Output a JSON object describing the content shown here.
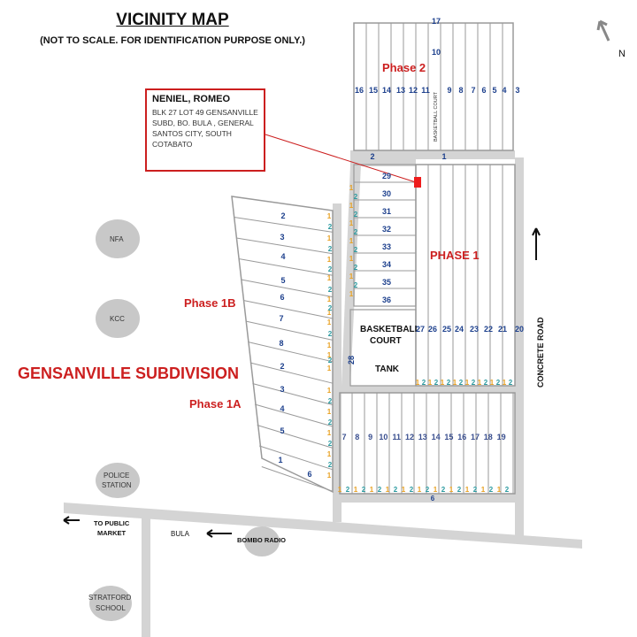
{
  "header": {
    "title": "VICINITY MAP",
    "subtitle": "(NOT TO SCALE. FOR IDENTIFICATION PURPOSE ONLY.)"
  },
  "compass": {
    "label": "N"
  },
  "owner_box": {
    "name": "NENIEL, ROMEO",
    "address": "BLK 27 LOT 49 GENSANVILLE SUBD, BO. BULA , GENERAL SANTOS CITY, SOUTH COTABATO"
  },
  "labels": {
    "phase2": "Phase 2",
    "phase1": "PHASE 1",
    "phase1b": "Phase 1B",
    "phase1a": "Phase 1A",
    "subdivision": "GENSANVILLE SUBDIVISION",
    "basketball_court_p2": "BASKETBALL COURT",
    "basketball_court_p1_line1": "BASKETBALL",
    "basketball_court_p1_line2": "COURT",
    "tank": "TANK",
    "concrete_road": "CONCRETE ROAD",
    "block28": "28"
  },
  "landmarks": {
    "nfa": "NFA",
    "kcc": "KCC",
    "police_line1": "POLICE",
    "police_line2": "STATION",
    "bombo": "BOMBO RADIO",
    "stratford_line1": "STRATFORD",
    "stratford_line2": "SCHOOL",
    "market_line1": "TO PUBLIC",
    "market_line2": "MARKET",
    "bula": "BULA"
  },
  "colors": {
    "road": "#d4d4d4",
    "block_line": "#9a9a9a",
    "label_red": "#cc1f1f",
    "block_blue": "#1c3f8c",
    "lot_orange": "#e8a020",
    "lot_teal": "#2a9aa0",
    "landmark_fill": "#c8c8c8",
    "marker": "#ee1c1c"
  },
  "blocks": {
    "phase2_top": "17",
    "phase2_col10": "10",
    "phase2_row": [
      "16",
      "15",
      "14",
      "13",
      "12",
      "11",
      "9",
      "8",
      "7",
      "6",
      "5",
      "4",
      "3"
    ],
    "phase2_bottom_left": "2",
    "phase2_bottom_right": "1",
    "phase1_stack": [
      "29",
      "30",
      "31",
      "32",
      "33",
      "34",
      "35",
      "36"
    ],
    "phase1_row": [
      "27",
      "26",
      "25",
      "24",
      "23",
      "22",
      "21",
      "20"
    ],
    "phase1_lower": [
      "7",
      "8",
      "9",
      "10",
      "11",
      "12",
      "13",
      "14",
      "15",
      "16",
      "17",
      "18",
      "19"
    ],
    "phase1_bottom": "6",
    "phase1b_col": [
      "2",
      "3",
      "4",
      "5",
      "6",
      "7",
      "8"
    ],
    "phase1a_col": [
      "2",
      "3",
      "4",
      "5",
      "1"
    ],
    "phase1a_bottom": "6"
  },
  "lot_numbers": {
    "one": "1",
    "two": "2",
    "row_pairs": [
      "1",
      "2",
      "1",
      "2",
      "1",
      "2",
      "1",
      "2",
      "1",
      "2",
      "1",
      "2",
      "1",
      "2",
      "1",
      "2"
    ],
    "bottom_pairs": [
      "1",
      "2",
      "1",
      "2",
      "1",
      "2",
      "1",
      "2",
      "1",
      "2",
      "1",
      "2",
      "1",
      "2",
      "1",
      "2",
      "1",
      "2",
      "1",
      "2",
      "1",
      "2"
    ]
  }
}
